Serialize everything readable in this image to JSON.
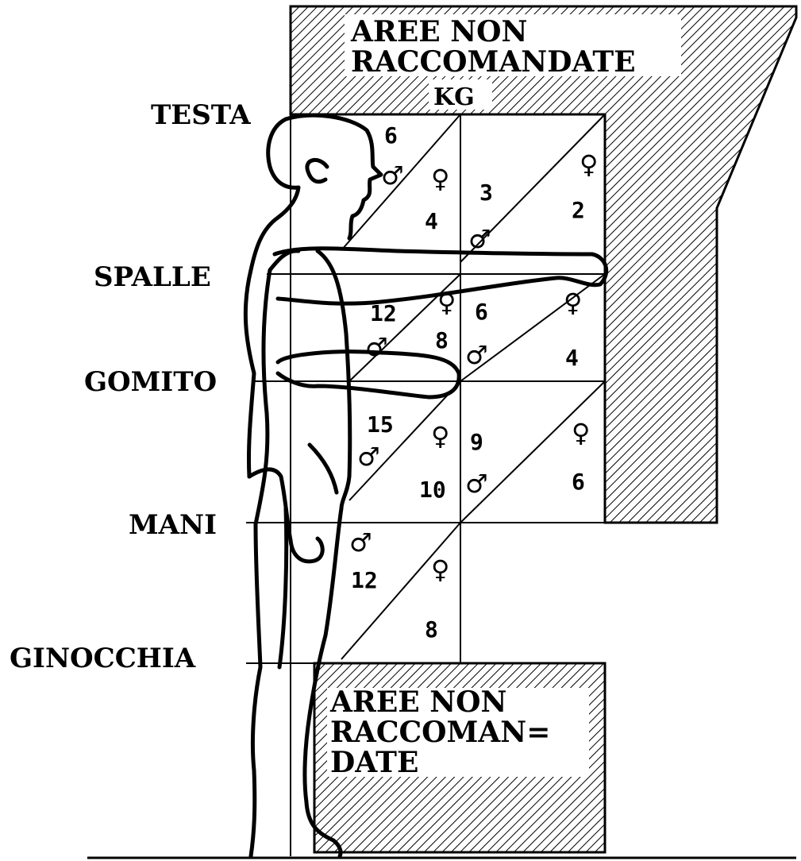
{
  "body_levels": [
    {
      "key": "testa",
      "label": "TESTA"
    },
    {
      "key": "spalle",
      "label": "SPALLE"
    },
    {
      "key": "gomito",
      "label": "GOMITO"
    },
    {
      "key": "mani",
      "label": "MANI"
    },
    {
      "key": "ginocchia",
      "label": "GINOCCHIA"
    }
  ],
  "upper_area": {
    "line1": "AREE NON",
    "line2": "RACCOMANDATE",
    "unit": "KG"
  },
  "lower_area": {
    "line1": "AREE NON",
    "line2": "RACCOMAN=",
    "line3": "DATE"
  },
  "symbols": {
    "male": "♂",
    "female": "♀"
  },
  "weights": {
    "head_shoulder": {
      "near": {
        "male": "6",
        "female": "4"
      },
      "far": {
        "male": "3",
        "female": "2"
      }
    },
    "shoulder_elbow": {
      "near": {
        "male": "12",
        "female": "8"
      },
      "far": {
        "male": "6",
        "female": "4"
      }
    },
    "elbow_hand": {
      "near": {
        "male": "15",
        "female": "10"
      },
      "far": {
        "male": "9",
        "female": "6"
      }
    },
    "hand_knee": {
      "near": {
        "male": "12",
        "female": "8"
      }
    }
  }
}
